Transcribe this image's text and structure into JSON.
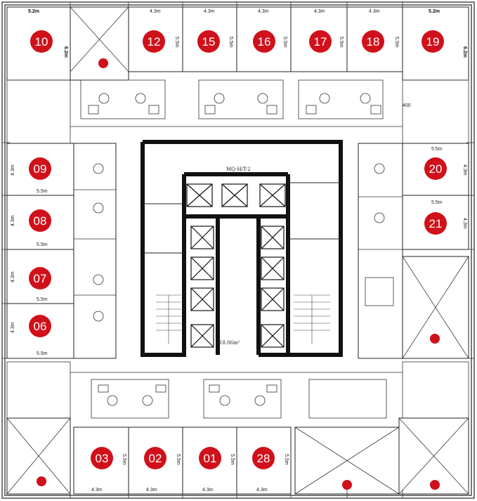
{
  "colors": {
    "badge": "#d0101a",
    "wall": "#111111",
    "line": "#333333",
    "background": "#ffffff"
  },
  "core": {
    "riser_label": "MQ-H/T-2",
    "area_label": "18.06m²"
  },
  "misc_label": "400",
  "units": [
    {
      "id": "u10",
      "number": "10",
      "top_dim": "5.2m",
      "side_dim": "6.2m"
    },
    {
      "id": "u12",
      "number": "12",
      "top_dim": "4.3m",
      "side_dim": "5.5m"
    },
    {
      "id": "u15",
      "number": "15",
      "top_dim": "4.3m",
      "side_dim": "5.5m"
    },
    {
      "id": "u16",
      "number": "16",
      "top_dim": "4.3m",
      "side_dim": "5.5m"
    },
    {
      "id": "u17",
      "number": "17",
      "top_dim": "4.3m",
      "side_dim": "5.5m"
    },
    {
      "id": "u18",
      "number": "18",
      "top_dim": "4.3m",
      "side_dim": "5.5m"
    },
    {
      "id": "u19",
      "number": "19",
      "top_dim": "5.2m",
      "side_dim": "6.2m"
    },
    {
      "id": "u09",
      "number": "09",
      "side_dim": "4.3m",
      "bottom_dim": "5.5m"
    },
    {
      "id": "u08",
      "number": "08",
      "side_dim": "4.3m",
      "bottom_dim": "5.5m"
    },
    {
      "id": "u07",
      "number": "07",
      "side_dim": "4.3m",
      "bottom_dim": "5.5m"
    },
    {
      "id": "u06",
      "number": "06",
      "side_dim": "4.3m",
      "bottom_dim": "5.5m"
    },
    {
      "id": "u20",
      "number": "20",
      "side_dim": "4.3m",
      "top_dim": "5.5m"
    },
    {
      "id": "u21",
      "number": "21",
      "side_dim": "4.3m",
      "top_dim": "5.5m"
    },
    {
      "id": "u03",
      "number": "03",
      "side_dim": "5.5m",
      "bottom_dim": "4.3m"
    },
    {
      "id": "u02",
      "number": "02",
      "side_dim": "5.5m",
      "bottom_dim": "4.3m"
    },
    {
      "id": "u01",
      "number": "01",
      "side_dim": "5.5m",
      "bottom_dim": "4.3m"
    },
    {
      "id": "u28",
      "number": "28",
      "side_dim": "5.5m",
      "bottom_dim": "4.3m"
    }
  ]
}
